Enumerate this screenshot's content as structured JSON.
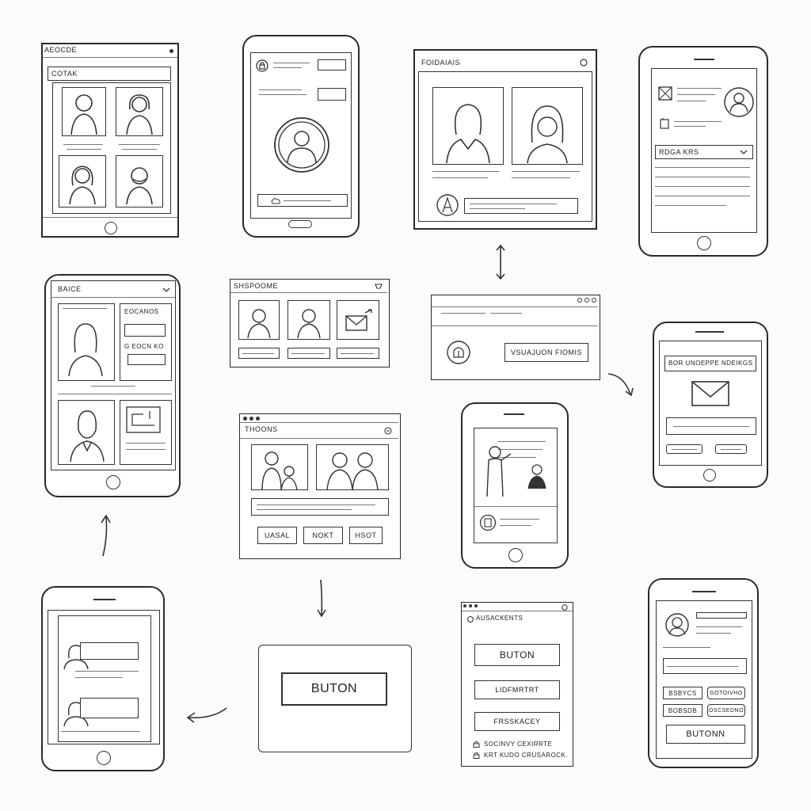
{
  "s1": {
    "title": "AEOCDE",
    "header": "COTAK"
  },
  "s3": {
    "title": "FOIDAIAIS"
  },
  "s4": {
    "dropdown": "RDGA KRS"
  },
  "s5": {
    "title": "BAICE",
    "panel_label": "EOCANOS",
    "field_label": "G EOCN KO"
  },
  "s6": {
    "title": "SHSPOOME"
  },
  "s7": {
    "button": "VSUAJUON FIOMIS"
  },
  "s8": {
    "header": "BOR UNOEPPE NDEIKGS"
  },
  "s9": {
    "title": "THOONS",
    "buttons": [
      "UASAL",
      "NOKT",
      "HSOT"
    ]
  },
  "s12": {
    "button": "BUTON"
  },
  "s13": {
    "title": "AUSACKENTS",
    "buttons": [
      "BUTON",
      "LIDFMRTRT",
      "FRSSKACEY"
    ],
    "notes": [
      "SOCINVY CEXIRRTE",
      "KRT KUDO CRUSAROCK."
    ]
  },
  "s14": {
    "buttons": [
      "BSBYCS",
      "GOTOIVHO",
      "BOBSDB",
      "OSCSEDNO"
    ],
    "main_button": "BUTONN"
  }
}
